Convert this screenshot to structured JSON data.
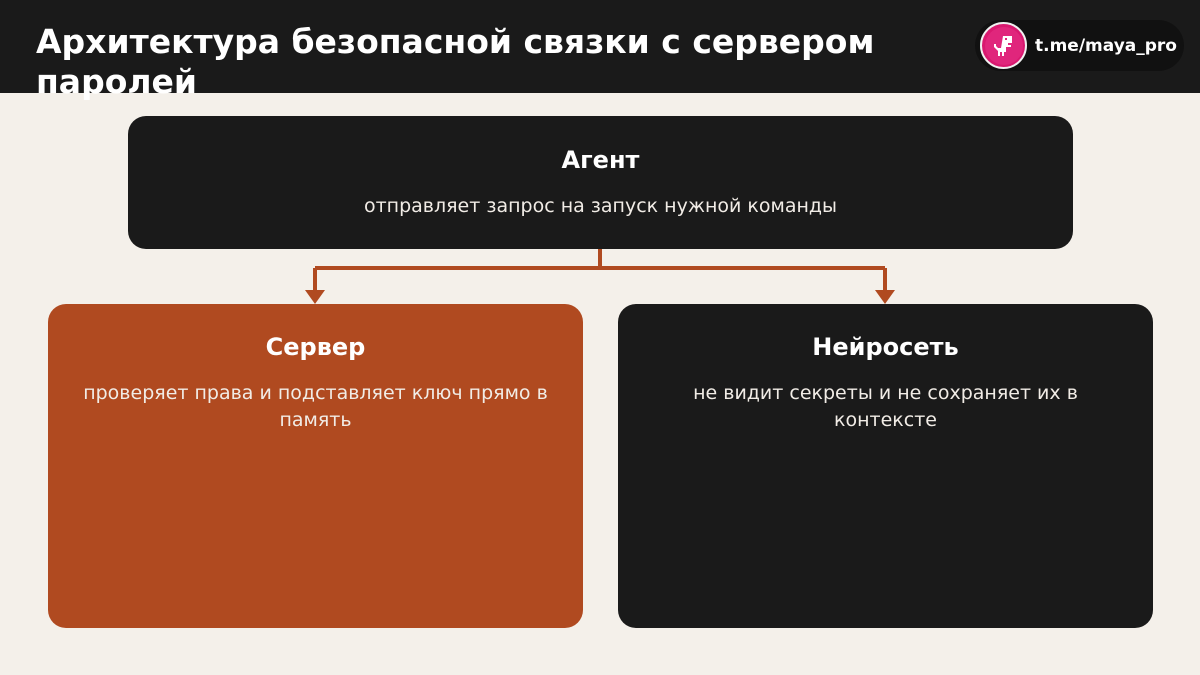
{
  "header": {
    "title": "Архитектура безопасной связки с сервером паролей",
    "channel": {
      "link_text": "t.me/maya_pro",
      "avatar_icon": "dinosaur-icon",
      "avatar_color": "#d9186f"
    }
  },
  "diagram": {
    "nodes": [
      {
        "id": "agent",
        "title": "Агент",
        "description": "отправляет запрос на запуск нужной команды",
        "color": "#1a1a1a"
      },
      {
        "id": "server",
        "title": "Сервер",
        "description": "проверяет права и подставляет ключ прямо в память",
        "color": "#b04a20"
      },
      {
        "id": "ai",
        "title": "Нейросеть",
        "description": "не видит секреты и не сохраняет их в контексте",
        "color": "#1a1a1a"
      }
    ],
    "edges": [
      {
        "from": "agent",
        "to": "server"
      },
      {
        "from": "agent",
        "to": "ai"
      }
    ],
    "connector_color": "#b04a20"
  }
}
